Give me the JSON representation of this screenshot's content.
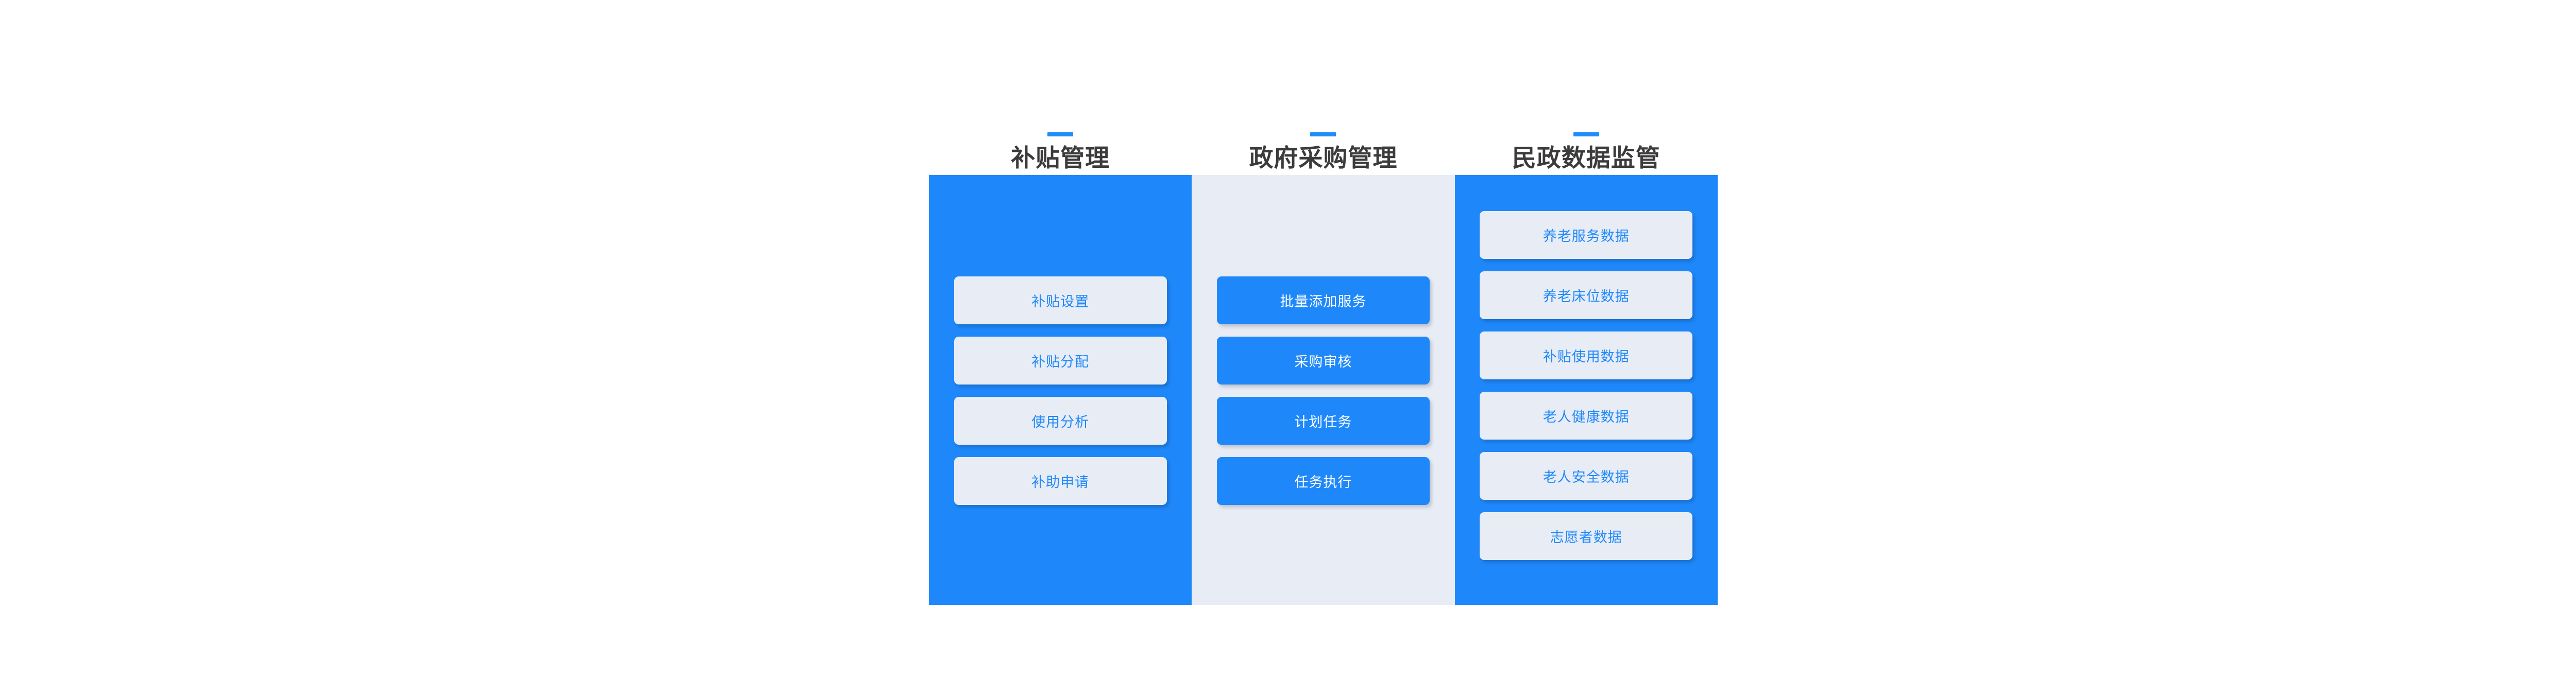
{
  "page": {
    "background_color": "#ffffff",
    "accent_color": "#1e8cfb",
    "panel_blue": "#1e88fb",
    "panel_light": "#e8ecf5",
    "heading_color": "#3b3b3b"
  },
  "columns": [
    {
      "id": "subsidy-management",
      "title": "补贴管理",
      "panel_style": "blue",
      "button_style": "light-on-blue",
      "buttons": [
        {
          "label": "补贴设置"
        },
        {
          "label": "补贴分配"
        },
        {
          "label": "使用分析"
        },
        {
          "label": "补助申请"
        }
      ]
    },
    {
      "id": "government-procurement-management",
      "title": "政府采购管理",
      "panel_style": "light",
      "button_style": "blue-on-light",
      "buttons": [
        {
          "label": "批量添加服务"
        },
        {
          "label": "采购审核"
        },
        {
          "label": "计划任务"
        },
        {
          "label": "任务执行"
        }
      ]
    },
    {
      "id": "civil-affairs-data-supervision",
      "title": "民政数据监管",
      "panel_style": "blue",
      "button_style": "light-on-blue",
      "buttons": [
        {
          "label": "养老服务数据"
        },
        {
          "label": "养老床位数据"
        },
        {
          "label": "补贴使用数据"
        },
        {
          "label": "老人健康数据"
        },
        {
          "label": "老人安全数据"
        },
        {
          "label": "志愿者数据"
        }
      ]
    }
  ]
}
